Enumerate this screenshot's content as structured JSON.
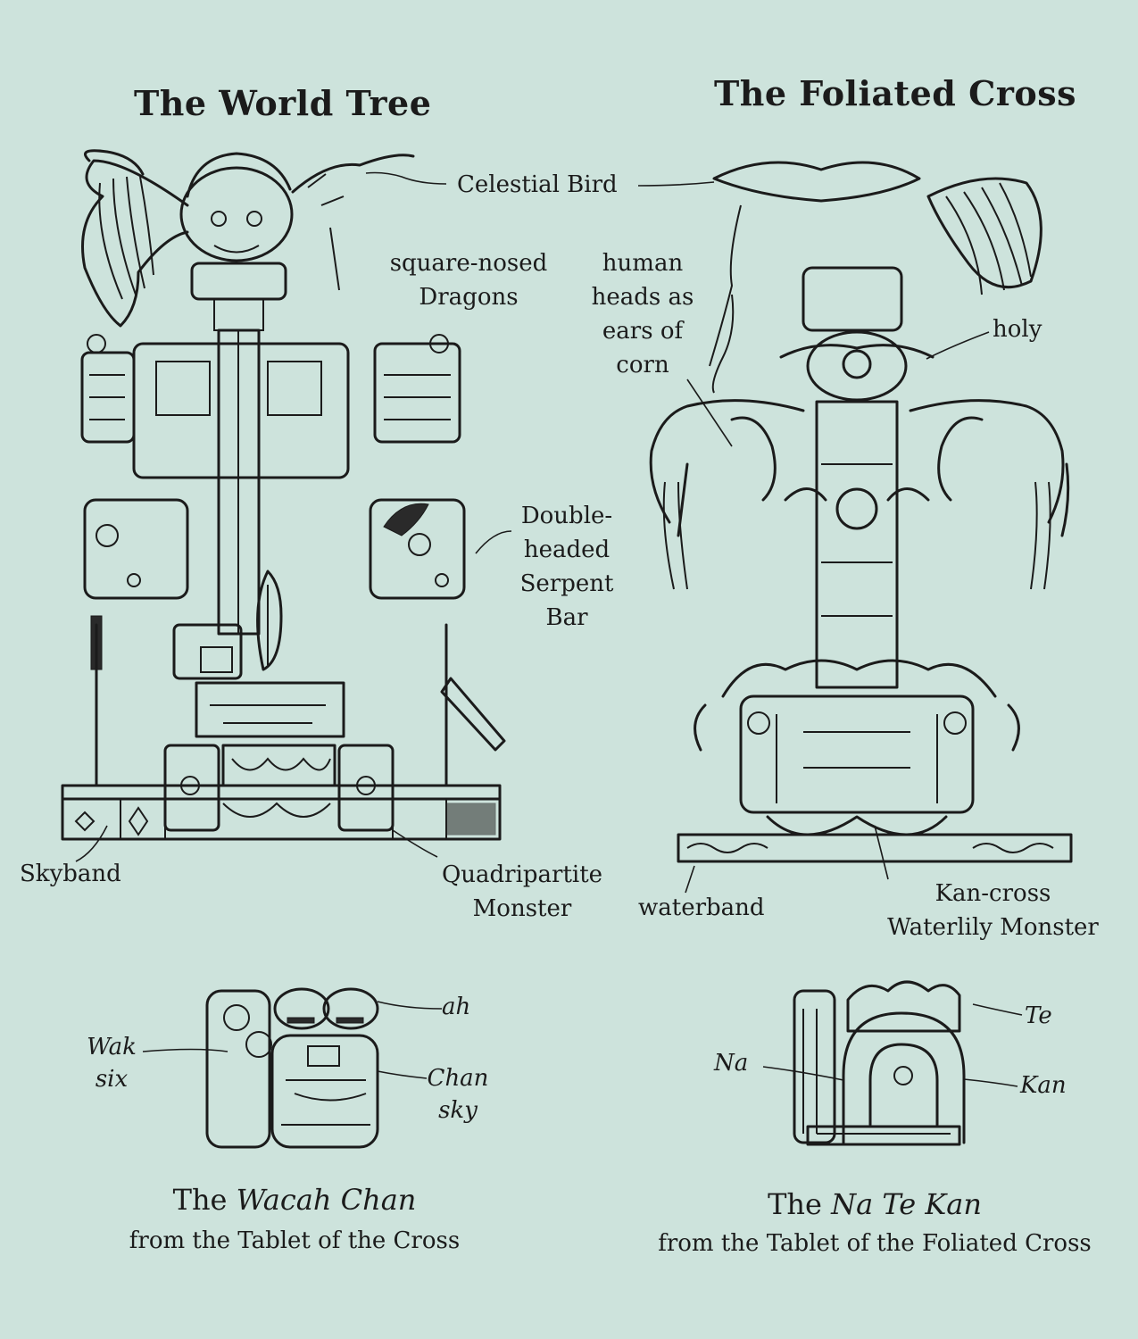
{
  "left_panel": {
    "title": "The World Tree",
    "labels": {
      "celestial_bird": "Celestial Bird",
      "square_nosed_dragons": [
        "square-nosed",
        "Dragons"
      ],
      "serpent_bar": [
        "Double-",
        "headed",
        "Serpent",
        "Bar"
      ],
      "skyband": "Skyband",
      "quadripartite_monster": [
        "Quadripartite",
        "Monster"
      ]
    },
    "glyph": {
      "ah": "ah",
      "wak_six": [
        "Wak",
        "six"
      ],
      "chan_sky": [
        "Chan",
        "sky"
      ]
    },
    "caption": {
      "prefix": "The ",
      "name": "Wacah Chan",
      "source": "from the Tablet of the Cross"
    }
  },
  "right_panel": {
    "title": "The Foliated Cross",
    "labels": {
      "human_heads": [
        "human",
        "heads as",
        "ears of",
        "corn"
      ],
      "holy": "holy",
      "waterband": "waterband",
      "kan_cross": [
        "Kan-cross",
        "Waterlily Monster"
      ]
    },
    "glyph": {
      "te": "Te",
      "na": "Na",
      "kan": "Kan"
    },
    "caption": {
      "prefix": "The ",
      "name": "Na Te Kan",
      "source": "from the Tablet of the Foliated Cross"
    }
  },
  "colors": {
    "background": "#cde3dc",
    "ink": "#1b1b1b"
  }
}
